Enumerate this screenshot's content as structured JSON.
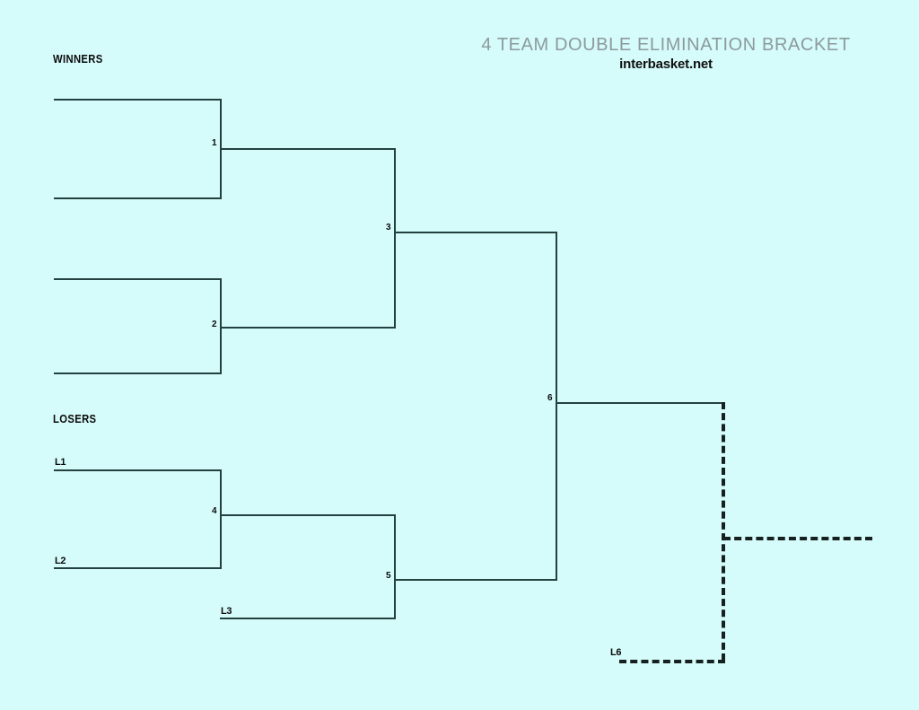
{
  "page": {
    "background_color": "#d5fbfa",
    "line_color": "#23423f"
  },
  "header": {
    "title": "4 TEAM DOUBLE ELIMINATION BRACKET",
    "title_color": "#8c9a9d",
    "credit": "interbasket.net",
    "credit_color": "#101010"
  },
  "sections": {
    "winners_heading": "WINNERS",
    "losers_heading": "LOSERS"
  },
  "winners_bracket": {
    "games": [
      {
        "id": "game-1",
        "label": "1"
      },
      {
        "id": "game-2",
        "label": "2"
      },
      {
        "id": "game-3",
        "label": "3"
      }
    ]
  },
  "losers_bracket": {
    "slots": [
      {
        "id": "slot-l1",
        "label": "L1"
      },
      {
        "id": "slot-l2",
        "label": "L2"
      },
      {
        "id": "slot-l3",
        "label": "L3"
      },
      {
        "id": "slot-l6",
        "label": "L6"
      }
    ],
    "games": [
      {
        "id": "game-4",
        "label": "4"
      },
      {
        "id": "game-5",
        "label": "5"
      }
    ]
  },
  "final": {
    "games": [
      {
        "id": "game-6",
        "label": "6"
      }
    ]
  }
}
